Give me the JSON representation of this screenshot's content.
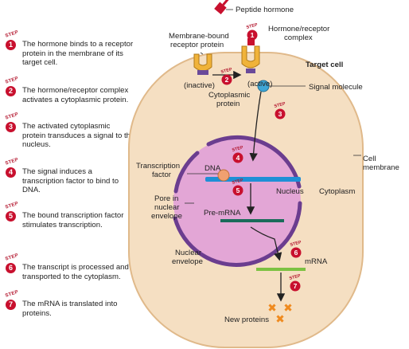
{
  "steps": [
    {
      "word": "STEP",
      "num": "1",
      "text": "The hormone binds to a receptor protein in the membrane of its target cell."
    },
    {
      "word": "STEP",
      "num": "2",
      "text": "The hormone/receptor complex activates a cytoplasmic protein."
    },
    {
      "word": "STEP",
      "num": "3",
      "text": "The activated cytoplasmic protein transduces a signal to the nucleus."
    },
    {
      "word": "STEP",
      "num": "4",
      "text": "The signal induces a transcription factor to bind to DNA."
    },
    {
      "word": "STEP",
      "num": "5",
      "text": "The bound transcription factor stimulates transcription."
    },
    {
      "word": "STEP",
      "num": "6",
      "text": "The transcript is processed and transported to the cytoplasm."
    },
    {
      "word": "STEP",
      "num": "7",
      "text": "The mRNA is translated into proteins."
    }
  ],
  "labels": {
    "peptide_hormone": "Peptide hormone",
    "complex_1": "Hormone/receptor",
    "complex_2": "complex",
    "membrane_receptor_1": "Membrane-bound",
    "membrane_receptor_2": "receptor protein",
    "target_cell": "Target cell",
    "inactive": "(inactive)",
    "active": "(active)",
    "cyto_protein_1": "Cytoplasmic",
    "cyto_protein_2": "protein",
    "signal_molecule": "Signal molecule",
    "cell_membrane_1": "Cell",
    "cell_membrane_2": "membrane",
    "tf_1": "Transcription",
    "tf_2": "factor",
    "dna": "DNA",
    "nucleus": "Nucleus",
    "cytoplasm": "Cytoplasm",
    "pore_1": "Pore in",
    "pore_2": "nuclear",
    "pore_3": "envelope",
    "pre_mrna": "Pre-mRNA",
    "nuclear_env_1": "Nuclear",
    "nuclear_env_2": "envelope",
    "mrna": "mRNA",
    "new_proteins": "New proteins"
  },
  "diagram_badges": [
    {
      "word": "STEP",
      "num": "1"
    },
    {
      "word": "STEP",
      "num": "2"
    },
    {
      "word": "STEP",
      "num": "3"
    },
    {
      "word": "STEP",
      "num": "4"
    },
    {
      "word": "STEP",
      "num": "5"
    },
    {
      "word": "STEP",
      "num": "6"
    },
    {
      "word": "STEP",
      "num": "7"
    }
  ],
  "colors": {
    "cell_fill": "#f5dfc2",
    "cell_stroke": "#e0b98a",
    "nucleus_fill": "#e3a6d6",
    "nuclear_envelope": "#6b3d8f",
    "dna": "#1f8fd6",
    "pre_mrna": "#1a6b5a",
    "mrna": "#7cc142",
    "hormone": "#c8102e",
    "receptor": "#f0b33a",
    "cyto_protein": "#6a4a9a",
    "signal_molecule": "#3fa6d6",
    "product": "#ef8a1f",
    "step_badge": "#c8102e"
  }
}
